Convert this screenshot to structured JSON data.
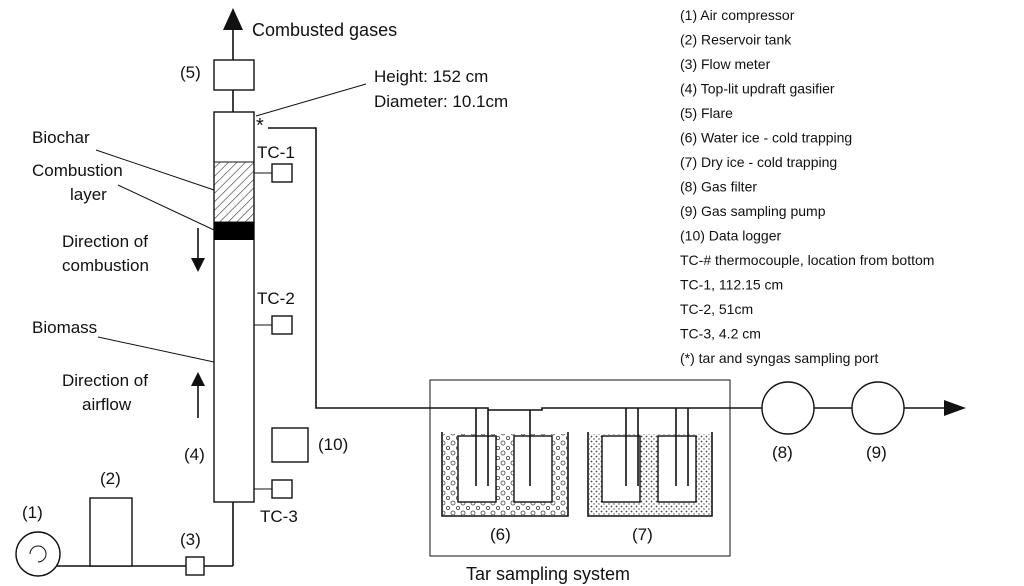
{
  "labels": {
    "combusted_gases": "Combusted gases",
    "height": "Height: 152 cm",
    "diameter": "Diameter: 10.1cm",
    "biochar": "Biochar",
    "combustion_layer_1": "Combustion",
    "combustion_layer_2": "layer",
    "direction_combustion_1": "Direction of",
    "direction_combustion_2": "combustion",
    "biomass": "Biomass",
    "direction_airflow_1": "Direction of",
    "direction_airflow_2": "airflow",
    "asterisk": "*",
    "tar_sampling_system": "Tar sampling system"
  },
  "thermocouples": {
    "tc1": "TC-1",
    "tc2": "TC-2",
    "tc3": "TC-3"
  },
  "numbers": {
    "n1": "(1)",
    "n2": "(2)",
    "n3": "(3)",
    "n4": "(4)",
    "n5": "(5)",
    "n6": "(6)",
    "n7": "(7)",
    "n8": "(8)",
    "n9": "(9)",
    "n10": "(10)"
  },
  "legend": [
    "(1)  Air compressor",
    "(2)  Reservoir tank",
    "(3)  Flow meter",
    "(4)  Top-lit updraft gasifier",
    "(5)  Flare",
    "(6)  Water ice - cold trapping",
    "(7)  Dry ice - cold trapping",
    "(8)  Gas filter",
    "(9)  Gas sampling pump",
    "(10)  Data logger",
    "TC-# thermocouple, location from bottom",
    "TC-1, 112.15 cm",
    "TC-2, 51cm",
    "TC-3, 4.2 cm",
    "(*) tar and syngas sampling port"
  ]
}
